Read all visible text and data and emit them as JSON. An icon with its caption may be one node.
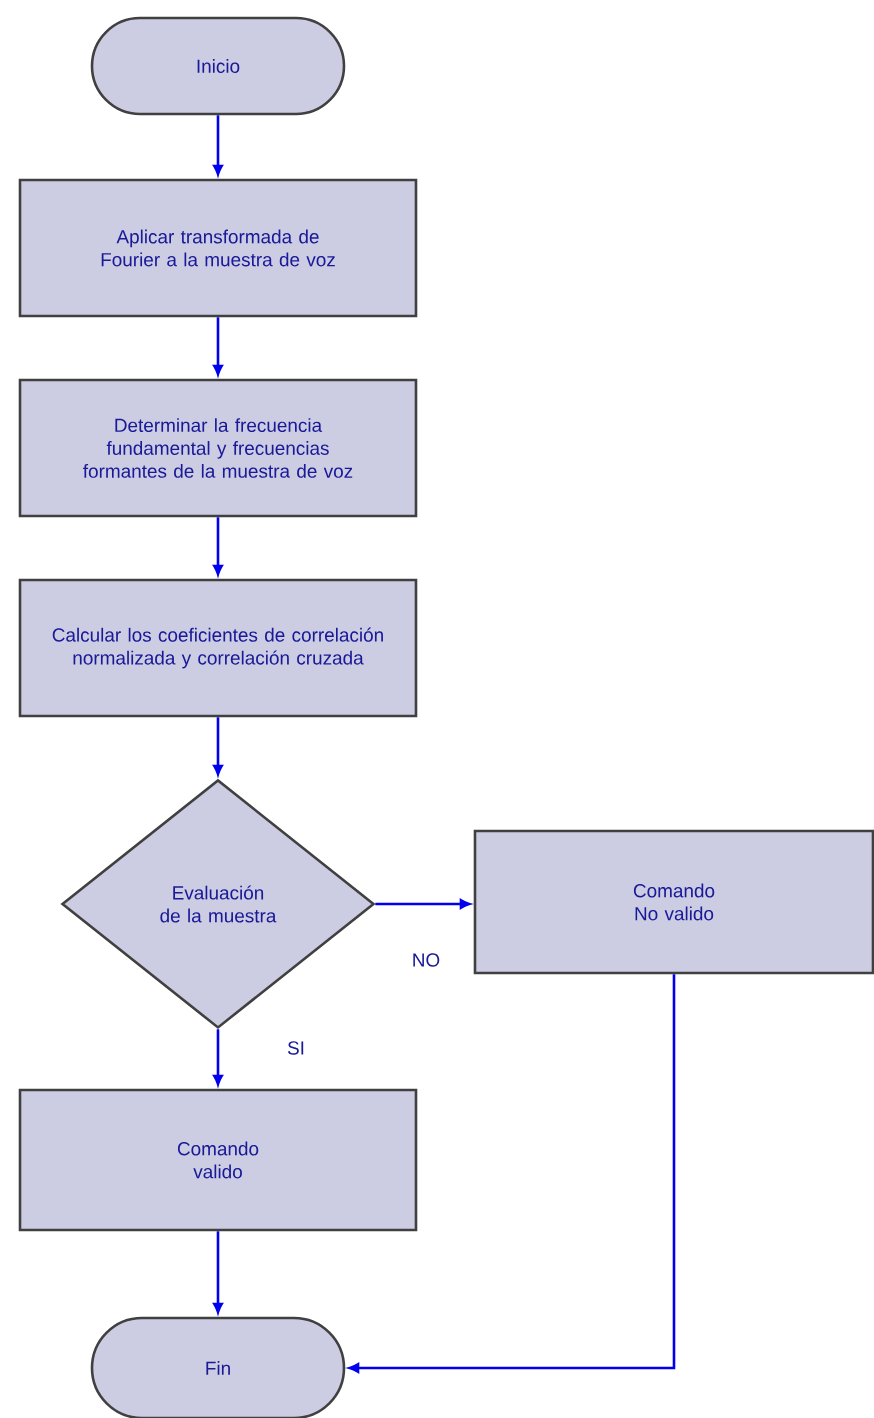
{
  "diagram": {
    "nodes": [
      {
        "text": [
          "Inicio"
        ]
      },
      {
        "text": [
          "Aplicar transformada de Fourier a la muestra  de voz"
        ]
      },
      {
        "text": [
          "Determinar la frecuencia fundamental y frecuencias formantes de la muestra de voz"
        ]
      },
      {
        "text": [
          "Calcular los  coeficientes de correlación normalizada y correlación cruzada"
        ]
      },
      {
        "text": [
          "Evaluación de la muestra"
        ]
      },
      {
        "text": [
          "Comando No valido"
        ]
      },
      {
        "text": [
          "Comando valido"
        ]
      },
      {
        "text": [
          "Fin"
        ]
      }
    ],
    "edges": [
      {
        "from": 0,
        "to": 1,
        "arrow": "to"
      },
      {
        "from": 1,
        "to": 2,
        "arrow": "to"
      },
      {
        "from": 2,
        "to": 3,
        "arrow": "to"
      },
      {
        "from": 3,
        "to": 4,
        "arrow": "to"
      },
      {
        "from": 4,
        "to": 5,
        "arrow": "to",
        "label": "NO"
      },
      {
        "from": 4,
        "to": 6,
        "arrow": "to",
        "label": "SI"
      },
      {
        "from": 6,
        "to": 7,
        "arrow": "to"
      },
      {
        "from": 5,
        "to": 7,
        "arrow": "to"
      }
    ]
  }
}
